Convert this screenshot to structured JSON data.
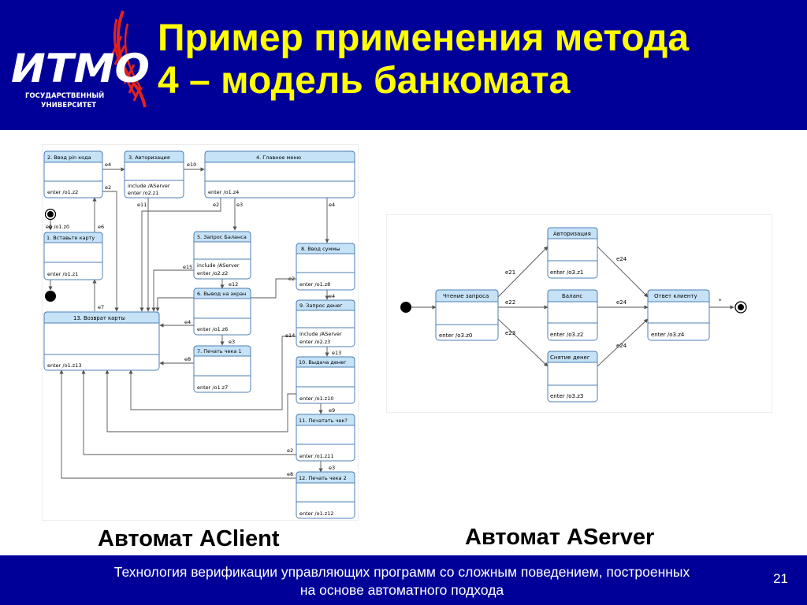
{
  "header": {
    "logo_text": "ИТМО",
    "logo_line1": "ГОСУДАРСТВЕННЫЙ",
    "logo_line2": "УНИВЕРСИТЕТ",
    "title_line1": "Пример применения метода",
    "title_line2": "4 – модель банкомата"
  },
  "captions": {
    "left": "Автомат AClient",
    "right": "Автомат AServer"
  },
  "footer": {
    "line1": "Технология верификации управляющих программ со сложным поведением, построенных",
    "line2": "на основе автоматного подхода",
    "page": "21"
  },
  "client": {
    "states": {
      "s2": {
        "title": "2. Ввод pin кода",
        "action": "enter /o1.z2"
      },
      "s3": {
        "title": "3. Авторизация",
        "include": "include /AServer",
        "action": "enter /o2.z1"
      },
      "s4": {
        "title": "4. Главное меню",
        "action": "enter /o1.z4"
      },
      "s1": {
        "title": "1. Вставьте карту",
        "action": "enter /o1.z1"
      },
      "s5": {
        "title": "5. Запрос Баланса",
        "include": "include /AServer",
        "action": "enter /o2.z2"
      },
      "s8": {
        "title": "8. Ввод суммы",
        "action": "enter /o1.z8"
      },
      "s6": {
        "title": "6. Вывод на экран",
        "action": "enter /o1.z6"
      },
      "s9": {
        "title": "9. Запрос денег",
        "include": "include /AServer",
        "action": "enter /o2.z3"
      },
      "s13": {
        "title": "13. Возврат карты",
        "action": "enter /o1.z13"
      },
      "s7": {
        "title": "7. Печать чека 1",
        "action": "enter /o1.z7"
      },
      "s10": {
        "title": "10. Выдача денег",
        "action": "enter /o1.z10"
      },
      "s11": {
        "title": "11. Печатать чек?",
        "action": "enter /o1.z11"
      },
      "s12": {
        "title": "12. Печать чека 2",
        "action": "enter /o1.z12"
      }
    },
    "events": {
      "e4a": "e4",
      "e10": "e10",
      "e2a": "e2",
      "e11": "e11",
      "e6": "e6",
      "e0": "e0 /o1.z0",
      "e2b": "e2",
      "e3a": "e3",
      "e4b": "e4",
      "e15": "e15",
      "e12": "e12",
      "e2c": "e2",
      "e7": "e7",
      "e4c": "e4",
      "e3b": "e3",
      "e14": "e14",
      "e8a": "e8",
      "e13": "e13",
      "e9": "e9",
      "e2d": "e2",
      "e3c": "e3",
      "e8b": "e8"
    }
  },
  "server": {
    "states": {
      "read": {
        "title": "Чтение запроса",
        "action": "enter /o3.z0"
      },
      "auth": {
        "title": "Авторизация",
        "action": "enter /o3.z1"
      },
      "balance": {
        "title": "Баланс",
        "action": "enter /o3.z2"
      },
      "withdraw": {
        "title": "Снятие денег",
        "action": "enter /o3.z3"
      },
      "reply": {
        "title": "Ответ клиенту",
        "action": "enter /o3.z4"
      }
    },
    "events": {
      "e21": "e21",
      "e22": "e22",
      "e23": "e23",
      "e24a": "e24",
      "e24b": "e24",
      "e24c": "e24",
      "star": "*"
    }
  },
  "colors": {
    "header_bg": "#000099",
    "title": "#ffff00",
    "state_header": "#c6e2f7",
    "state_border": "#4d7fb5",
    "logo_red": "#e0241b"
  }
}
